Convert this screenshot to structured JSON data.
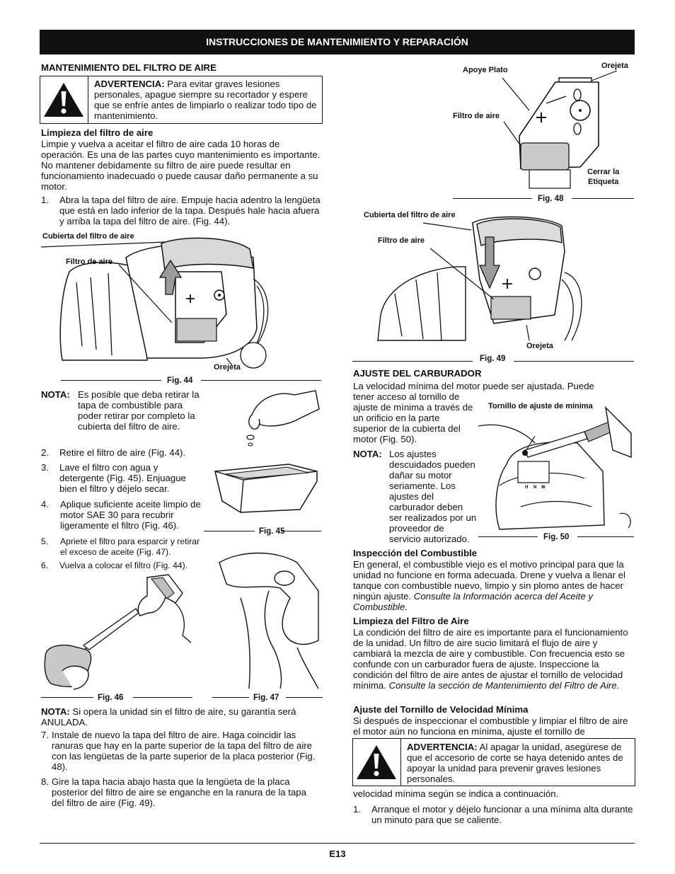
{
  "header": {
    "title": "INSTRUCCIONES DE MANTENIMIENTO Y REPARACIÓN"
  },
  "left": {
    "section_title": "MANTENIMIENTO DEL FILTRO DE AIRE",
    "warning1": {
      "label": "ADVERTENCIA:",
      "text": " Para evitar graves lesiones personales, apague siempre su recortador y espere que se enfríe antes de limpiarlo o realizar todo tipo de mantenimiento."
    },
    "sub1": "Limpieza del filtro de aire",
    "para1": "Limpie y vuelva a aceitar el filtro de aire cada 10 horas de operación. Es una de las partes cuyo mantenimiento es importante. No mantener debidamente su filtro de aire puede resultar en funcionamiento inadecuado o puede causar daño permanente a su motor.",
    "step1": {
      "num": "1.",
      "text": "Abra la tapa del filtro de aire. Empuje hacia adentro la lengüeta que está en lado inferior de la tapa. Después hale hacia afuera y arriba la tapa del filtro de aire. (Fig. 44)."
    },
    "fig44": {
      "label1": "Cubierta del filtro de aire",
      "label2": "Filtro de aire",
      "label3": "Orejeta",
      "caption": "Fig. 44"
    },
    "nota1": {
      "label": "NOTA:",
      "text": "Es posible que deba retirar la tapa de combustible para poder retirar por completo la cubierta del filtro de aire."
    },
    "step2": {
      "num": "2.",
      "text": "Retire el filtro de aire (Fig. 44)."
    },
    "step3": {
      "num": "3.",
      "text": "Lave el filtro con agua y detergente (Fig. 45). Enjuague bien el filtro y déjelo secar."
    },
    "fig45": {
      "caption": "Fig. 45"
    },
    "step4": {
      "num": "4.",
      "text": "Aplique suficiente aceite limpio de motor SAE 30 para recubrir ligeramente el filtro (Fig. 46)."
    },
    "step5": {
      "num": "5.",
      "text": "Apriete el filtro para esparcir y retirar el exceso de aceite (Fig. 47)."
    },
    "step6": {
      "num": "6.",
      "text": "Vuelva a colocar el filtro (Fig. 44)."
    },
    "fig46": {
      "caption": "Fig. 46"
    },
    "fig47": {
      "caption": "Fig. 47"
    },
    "nota2": {
      "label": "NOTA:",
      "text": " Si opera la unidad sin el filtro de aire, su garantía será ANULADA."
    },
    "step7": {
      "num": "7.",
      "text": "Instale de nuevo la tapa del filtro de aire. Haga coincidir las ranuras que hay en la parte superior de la tapa del filtro de aire con las lengüetas de la parte superior de la placa posterior (Fig. 48)."
    },
    "step8": {
      "num": "8.",
      "text": "Gire la tapa hacia abajo hasta que la lengüeta de la placa posterior del filtro de aire se enganche en la ranura de la tapa del filtro de aire (Fig. 49)."
    }
  },
  "right": {
    "fig48": {
      "label1": "Apoye Plato",
      "label2": "Orejeta",
      "label3": "Filtro de aire",
      "label4": "Cerrar la",
      "label5": "Etiqueta",
      "caption": "Fig. 48"
    },
    "fig49": {
      "label1": "Cubierta del filtro de aire",
      "label2": "Filtro de aire",
      "label3": "Orejeta",
      "caption": "Fig. 49"
    },
    "section_title": "AJUSTE DEL CARBURADOR",
    "para1_full": "La velocidad mínima del motor puede ser ajustada. Puede",
    "para1_rest": "tener acceso al tornillo de ajuste de mínima a través de un orificio en la parte superior de la cubierta del motor (Fig. 50).",
    "nota": {
      "label": "NOTA:",
      "text": "Los ajustes descuidados pueden dañar su motor seriamente. Los ajustes del carburador deben ser realizados por un proveedor de servicio autorizado."
    },
    "fig50": {
      "label1": "Tornillo de ajuste de mínima",
      "caption": "Fig. 50"
    },
    "sub1": "Inspección del Combustible",
    "para2": "En general, el combustible viejo es el motivo principal para que la unidad no funcione en forma adecuada. Drene y vuelva a llenar el tanque con combustible nuevo, limpio y sin plomo antes de hacer ningún ajuste. ",
    "para2_em": "Consulte la Información acerca del Aceite y Combustible.",
    "sub2": "Limpieza del Filtro de Aire",
    "para3": "La condición del filtro de aire es importante para el funcionamiento de la unidad. Un filtro de aire sucio limitará el flujo de aire y cambiará la mezcla de aire y combustible. Con frecuencia esto se confunde con un carburador fuera de ajuste. Inspeccione la condición del filtro de aire antes de ajustar el tornillo de velocidad mínima. ",
    "para3_em": "Consulte la sección de Mantenimiento del Filtro de Aire.",
    "sub3": "Ajuste del Tornillo de Velocidad Mínima",
    "para4": "Si después de inspeccionar el combustible y limpiar el filtro de aire el motor aún no funciona en mínima, ajuste el tornillo de",
    "warning2": {
      "label": "ADVERTENCIA:",
      "text": " Al apagar la unidad, asegúrese de que el accesorio de corte se haya detenido antes de apoyar la unidad para prevenir graves lesiones personales."
    },
    "para5": "velocidad mínima según se indica a continuación.",
    "step1": {
      "num": "1.",
      "text": "Arranque el motor y déjelo funcionar a una mínima alta durante un minuto para que se caliente."
    }
  },
  "footer": {
    "page": "E13"
  }
}
